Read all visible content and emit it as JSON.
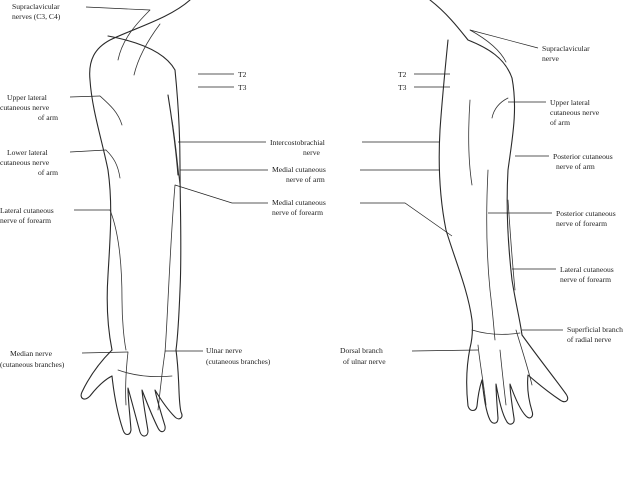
{
  "background_color": "#ffffff",
  "ink_color": "#1a1a1a",
  "left": {
    "supraclavicular": [
      "Supraclavicular",
      "nerves (C3, C4)"
    ],
    "upper_lateral": [
      "Upper lateral",
      "cutaneous nerve",
      "of arm"
    ],
    "lower_lateral": [
      "Lower lateral",
      "cutaneous nerve",
      "of arm"
    ],
    "lateral_forearm": [
      "Lateral cutaneous",
      "nerve of forearm"
    ],
    "median": [
      "Median nerve",
      "(cutaneous branches)"
    ]
  },
  "center": {
    "t2": "T2",
    "t3": "T3",
    "intercostobrachial": [
      "Intercostobrachial",
      "nerve"
    ],
    "medial_arm": [
      "Medial cutaneous",
      "nerve of arm"
    ],
    "medial_forearm": [
      "Medial cutaneous",
      "nerve of forearm"
    ],
    "ulnar": [
      "Ulnar nerve",
      "(cutaneous branches)"
    ],
    "dorsal_ulnar": [
      "Dorsal branch",
      "of ulnar nerve"
    ]
  },
  "right": {
    "supraclavicular": [
      "Supraclavicular",
      "nerve"
    ],
    "upper_lateral": [
      "Upper lateral",
      "cutaneous nerve",
      "of arm"
    ],
    "posterior_arm": [
      "Posterior cutaneous",
      "nerve of arm"
    ],
    "posterior_forearm": [
      "Posterior cutaneous",
      "nerve of forearm"
    ],
    "lateral_forearm": [
      "Lateral cutaneous",
      "nerve of forearm"
    ],
    "superficial_radial": [
      "Superficial branch",
      "of radial nerve"
    ]
  }
}
